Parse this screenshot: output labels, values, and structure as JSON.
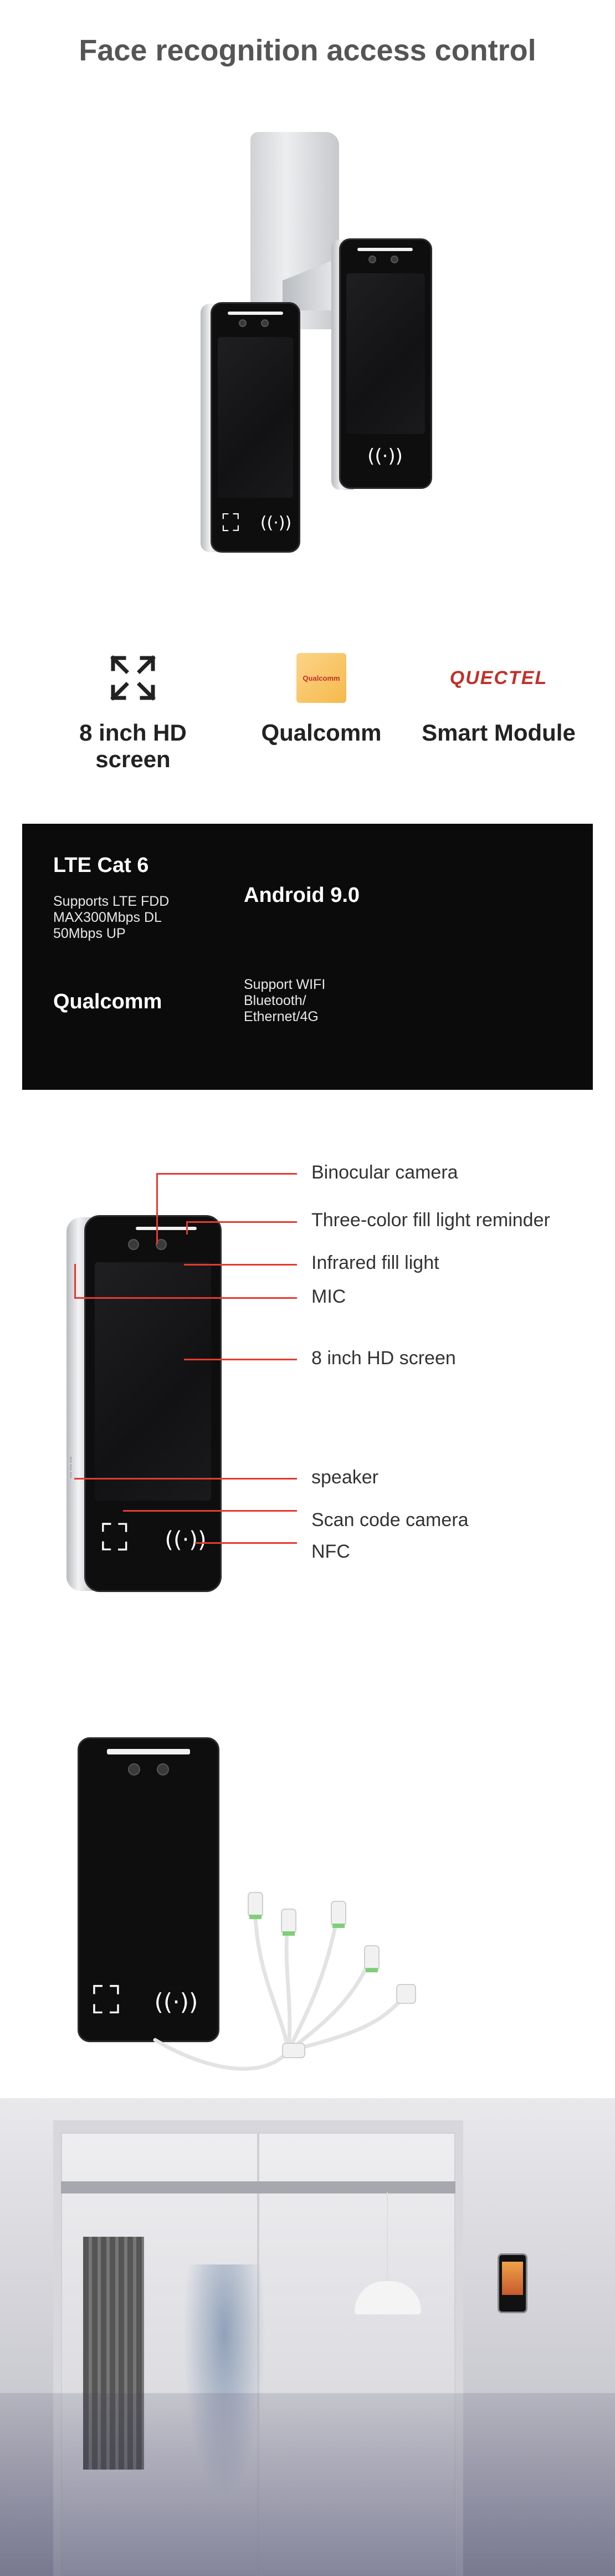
{
  "page": {
    "title": "Face recognition access control"
  },
  "device": {
    "scan_icon": "scan-frame-icon",
    "nfc_label": "NFC"
  },
  "features": [
    {
      "icon": "expand-arrows-icon",
      "label": "8 inch HD screen"
    },
    {
      "icon": "qualcomm-logo",
      "logo_text": "Qualcomm",
      "label": "Qualcomm"
    },
    {
      "icon": "quectel-logo",
      "logo_text": "QUECTEL",
      "label": "Smart Module"
    }
  ],
  "specs": {
    "lte_title": "LTE Cat 6",
    "lte_desc": "Supports LTE FDD\nMAX300Mbps DL\n50Mbps UP",
    "android_title": "Android 9.0",
    "qualcomm_title": "Qualcomm",
    "wifi_desc": "Support WIFI\nBluetooth/\nEthernet/4G"
  },
  "diagram": {
    "labels": [
      "Binocular camera",
      "Three-color fill light reminder",
      "Infrared fill light",
      "MIC",
      "8 inch HD screen",
      "speaker",
      "Scan code camera",
      "NFC"
    ],
    "callout_color": "#e53a2f"
  },
  "colors": {
    "title": "#555555",
    "spec_bg": "#0b0b0b",
    "accent": "#e53a2f"
  }
}
